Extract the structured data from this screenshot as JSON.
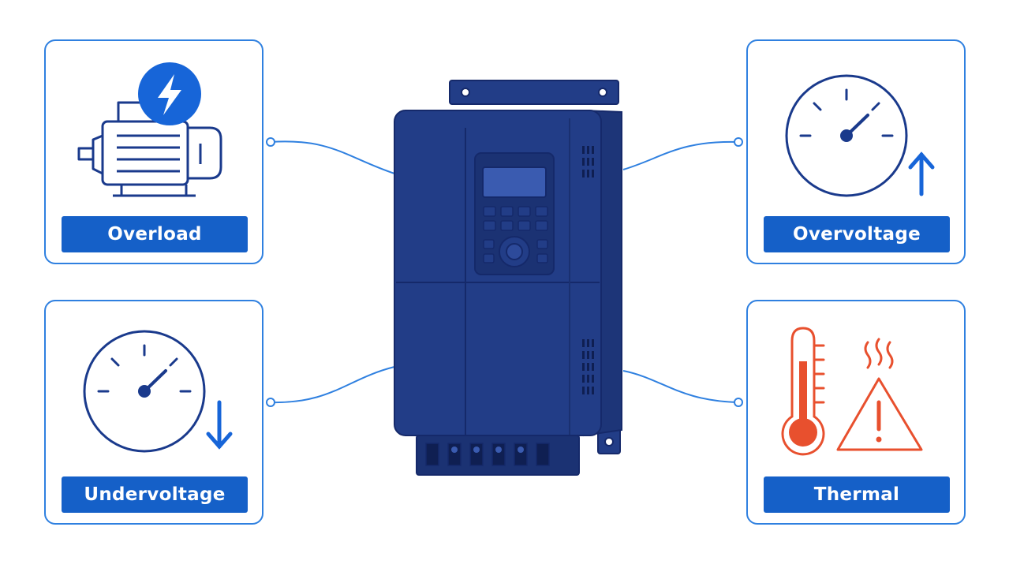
{
  "labels": {
    "overload": "Overload",
    "overvoltage": "Overvoltage",
    "undervoltage": "Undervoltage",
    "thermal": "Thermal"
  },
  "colors": {
    "primary": "#1560c8",
    "line": "#2f80e0",
    "device": "#223d87",
    "alert": "#e8502e"
  },
  "icons": {
    "overload": [
      "motor-icon",
      "lightning-bolt-icon"
    ],
    "overvoltage": [
      "gauge-icon",
      "arrow-up-icon"
    ],
    "undervoltage": [
      "gauge-icon",
      "arrow-down-icon"
    ],
    "thermal": [
      "thermometer-icon",
      "warning-triangle-icon",
      "heat-waves-icon"
    ]
  }
}
